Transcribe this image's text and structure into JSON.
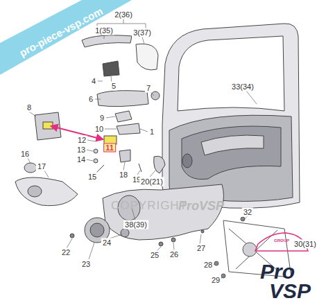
{
  "diagram": {
    "labels": [
      "2(36)",
      "1(35)",
      "3(37)",
      "33(34)",
      "4",
      "5",
      "6",
      "7",
      "8",
      "9",
      "10",
      "1",
      "11",
      "12",
      "13",
      "14",
      "15",
      "16",
      "17",
      "18",
      "19",
      "20(21)",
      "32",
      "38(39)",
      "22",
      "23",
      "24",
      "25",
      "26",
      "27",
      "28",
      "29",
      "30(31)",
      "pro-piece-vsp.com",
      "COPYRIGHT",
      "ProVSP",
      "GROUP",
      "Pro",
      "VSP"
    ]
  }
}
